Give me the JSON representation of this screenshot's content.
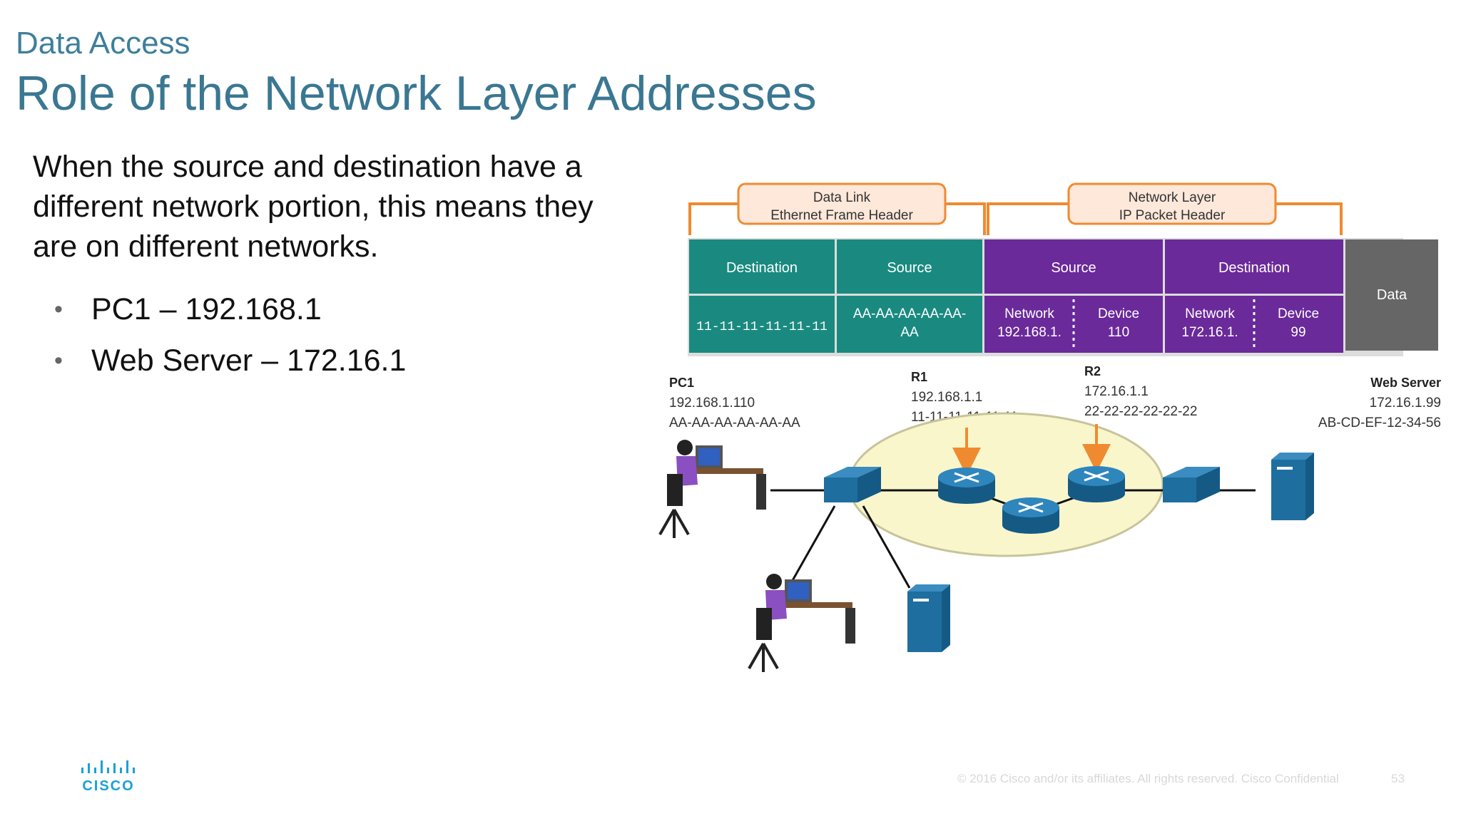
{
  "header": {
    "subtitle": "Data Access",
    "title": "Role of the Network Layer Addresses"
  },
  "body": {
    "text": "When the source and destination have a different network portion, this means they are on different networks.",
    "bullets": [
      "PC1 – 192.168.1",
      "Web Server – 172.16.1"
    ]
  },
  "diagram": {
    "bracket_datalink": [
      "Data Link",
      "Ethernet Frame Header"
    ],
    "bracket_network": [
      "Network Layer",
      "IP Packet Header"
    ],
    "frame": {
      "dl_dest_label": "Destination",
      "dl_src_label": "Source",
      "ip_src_label": "Source",
      "ip_dest_label": "Destination",
      "data_label": "Data",
      "dl_dest_value": "11-11-11-11-11-11",
      "dl_src_value": [
        "AA-AA-AA-AA-AA-",
        "AA"
      ],
      "ip_src_network": [
        "Network",
        "192.168.1."
      ],
      "ip_src_device": [
        "Device",
        "110"
      ],
      "ip_dest_network": [
        "Network",
        "172.16.1."
      ],
      "ip_dest_device": [
        "Device",
        "99"
      ]
    },
    "pc1": {
      "name": "PC1",
      "ip": "192.168.1.110",
      "mac": "AA-AA-AA-AA-AA-AA"
    },
    "r1": {
      "name": "R1",
      "ip": "192.168.1.1",
      "mac": "11-11-11-11-11-11"
    },
    "r2": {
      "name": "R2",
      "ip": "172.16.1.1",
      "mac": "22-22-22-22-22-22"
    },
    "web_server": {
      "name": "Web Server",
      "ip": "172.16.1.99",
      "mac": "AB-CD-EF-12-34-56"
    }
  },
  "footer": {
    "copyright": "© 2016  Cisco and/or its affiliates. All rights reserved.   Cisco Confidential",
    "page": "53",
    "logo_text": "CISCO"
  },
  "colors": {
    "title": "#3a7792",
    "teal": "#1a8a80",
    "purple": "#6a2a9a",
    "gray": "#666666",
    "orange": "#f08a30",
    "device_blue": "#1f6ea0"
  }
}
